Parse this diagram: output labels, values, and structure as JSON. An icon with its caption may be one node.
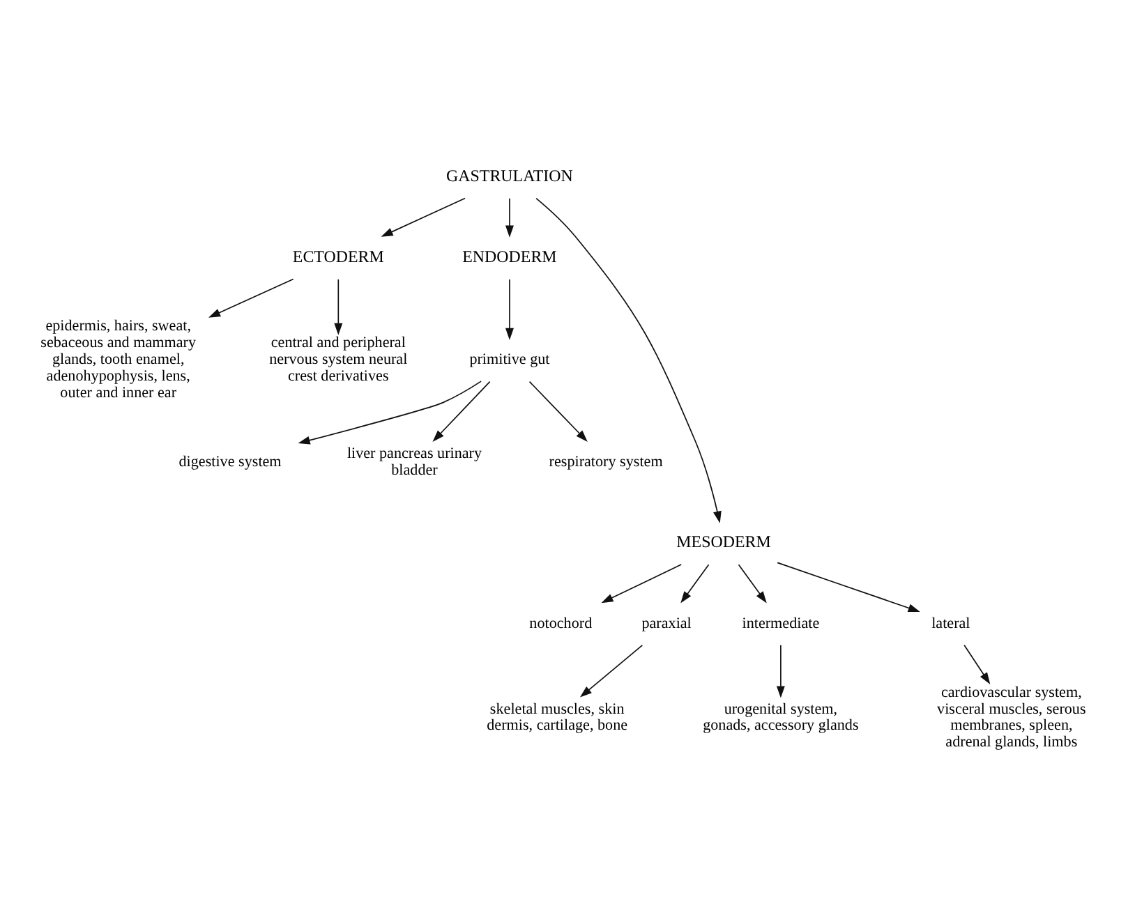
{
  "diagram": {
    "nodes": [
      {
        "text": [
          "GASTRULATION"
        ]
      },
      {
        "text": [
          "ECTODERM"
        ]
      },
      {
        "text": [
          "ENDODERM"
        ]
      },
      {
        "text": [
          "epidermis, hairs, sweat, sebaceous and mammary glands, tooth enamel, adenohypophysis, lens, outer and inner ear"
        ]
      },
      {
        "text": [
          "central and peripheral nervous system neural crest derivatives"
        ]
      },
      {
        "text": [
          "primitive gut"
        ]
      },
      {
        "text": [
          "digestive system"
        ]
      },
      {
        "text": [
          "liver pancreas urinary bladder"
        ]
      },
      {
        "text": [
          "respiratory system"
        ]
      },
      {
        "text": [
          "MESODERM"
        ]
      },
      {
        "text": [
          "notochord"
        ]
      },
      {
        "text": [
          "paraxial"
        ]
      },
      {
        "text": [
          "intermediate"
        ]
      },
      {
        "text": [
          "lateral"
        ]
      },
      {
        "text": [
          "skeletal muscles, skin dermis, cartilage, bone"
        ]
      },
      {
        "text": [
          "urogenital system, gonads, accessory glands"
        ]
      },
      {
        "text": [
          "cardiovascular system, visceral muscles, serous membranes, spleen, adrenal glands, limbs"
        ]
      }
    ],
    "edges": [
      {
        "from": 0,
        "to": 1,
        "arrow": "to"
      },
      {
        "from": 0,
        "to": 9,
        "arrow": "to"
      },
      {
        "from": 0,
        "to": 2,
        "arrow": "to"
      },
      {
        "from": 1,
        "to": 3,
        "arrow": "to"
      },
      {
        "from": 1,
        "to": 4,
        "arrow": "to"
      },
      {
        "from": 2,
        "to": 5,
        "arrow": "to"
      },
      {
        "from": 5,
        "to": 6,
        "arrow": "to"
      },
      {
        "from": 5,
        "to": 7,
        "arrow": "to"
      },
      {
        "from": 5,
        "to": 8,
        "arrow": "to"
      },
      {
        "from": 9,
        "to": 10,
        "arrow": "to"
      },
      {
        "from": 9,
        "to": 11,
        "arrow": "to"
      },
      {
        "from": 9,
        "to": 12,
        "arrow": "to"
      },
      {
        "from": 9,
        "to": 13,
        "arrow": "to"
      },
      {
        "from": 11,
        "to": 14,
        "arrow": "to"
      },
      {
        "from": 12,
        "to": 15,
        "arrow": "to"
      },
      {
        "from": 13,
        "to": 16,
        "arrow": "to"
      }
    ]
  }
}
